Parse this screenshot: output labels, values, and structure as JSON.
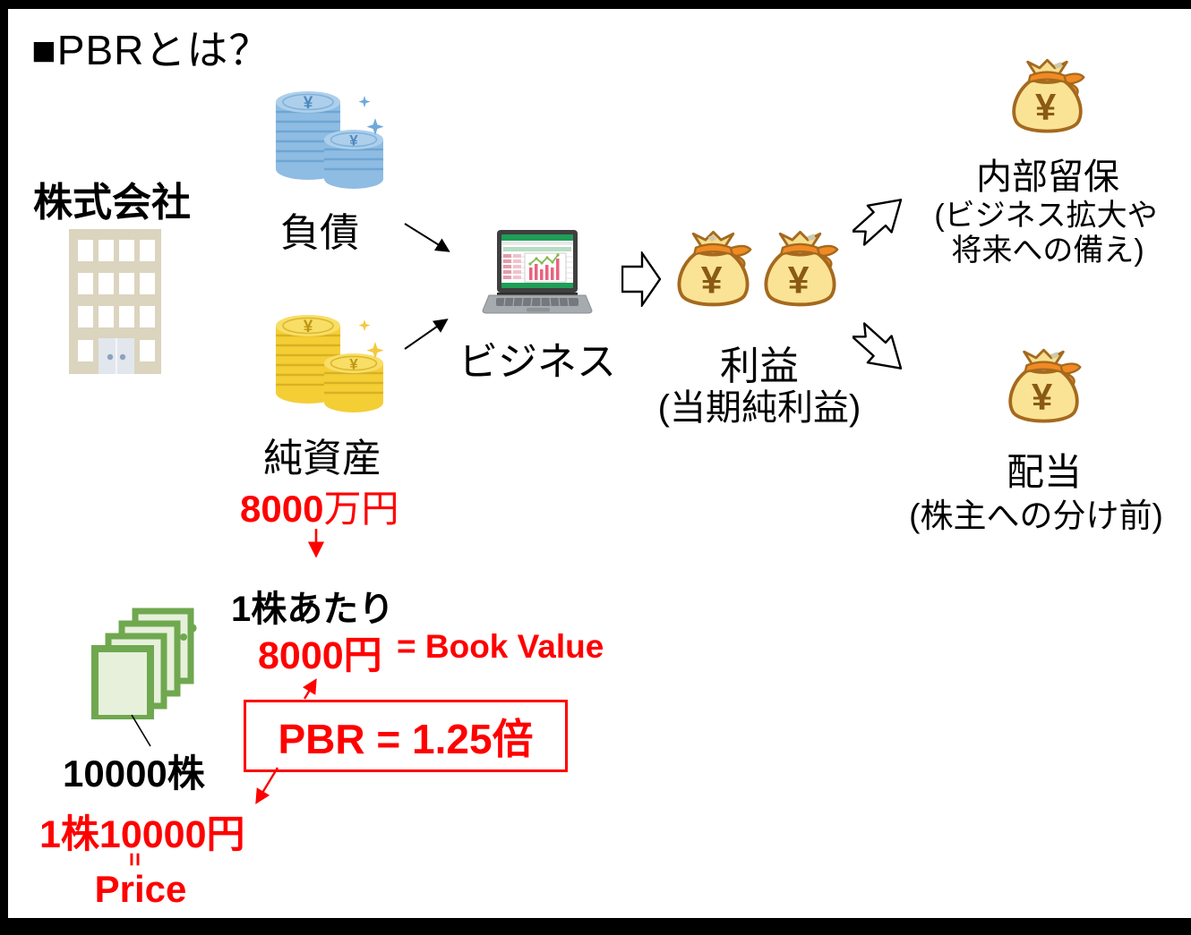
{
  "title": "■PBRとは？",
  "company": {
    "label": "株式会社"
  },
  "liabilities": {
    "label": "負債"
  },
  "net_assets": {
    "label": "純資産",
    "amount_number": "8000",
    "amount_unit": "万円"
  },
  "business": {
    "label": "ビジネス"
  },
  "profit": {
    "label": "利益",
    "note": "(当期純利益)"
  },
  "retained_earnings": {
    "label": "内部留保",
    "note_line1": "(ビジネス拡大や",
    "note_line2": "将来への備え)"
  },
  "dividend": {
    "label": "配当",
    "note": "(株主への分け前)"
  },
  "shares": {
    "count": "10000株"
  },
  "share_price": {
    "value": "1株10000円",
    "equals": "=",
    "label": "Price"
  },
  "book_value": {
    "heading": "1株あたり",
    "value_number": "8000",
    "value_unit": "円",
    "equation": "= Book Value"
  },
  "pbr": {
    "formula": "PBR = 1.25倍"
  },
  "symbols": {
    "yen": "¥"
  },
  "colors": {
    "accent_red": "#ff0000",
    "coin_blue": "#8fbce3",
    "coin_yellow": "#f4ce35",
    "bag_yellow": "#fae394",
    "bag_outline": "#a5691e",
    "ribbon_orange": "#f08a24",
    "certificate_green": "#6fa84f",
    "building_beige": "#dbd4bf",
    "excel_green": "#1e9e57",
    "frame_black": "#000000"
  },
  "icons": {
    "building": "company-building-icon",
    "blue_coins": "blue-coin-stack-icon",
    "yellow_coins": "yellow-coin-stack-icon",
    "laptop": "laptop-spreadsheet-icon",
    "money_bags": "money-bag-icon",
    "certificates": "stock-certificates-icon"
  }
}
